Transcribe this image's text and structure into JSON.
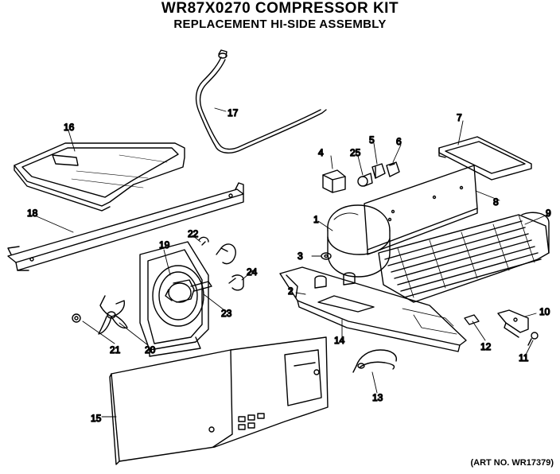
{
  "title": "WR87X0270 COMPRESSOR KIT",
  "subtitle": "REPLACEMENT HI-SIDE ASSEMBLY",
  "art_number": "(ART NO. WR17379)",
  "callouts": {
    "p1": "1",
    "p2": "2",
    "p3": "3",
    "p4": "4",
    "p5": "5",
    "p6": "6",
    "p7": "7",
    "p8": "8",
    "p9": "9",
    "p10": "10",
    "p11": "11",
    "p12": "12",
    "p13": "13",
    "p14": "14",
    "p15": "15",
    "p16": "16",
    "p17": "17",
    "p18": "18",
    "p19": "19",
    "p20": "20",
    "p21": "21",
    "p22": "22",
    "p23": "23",
    "p24": "24",
    "p25": "25"
  }
}
